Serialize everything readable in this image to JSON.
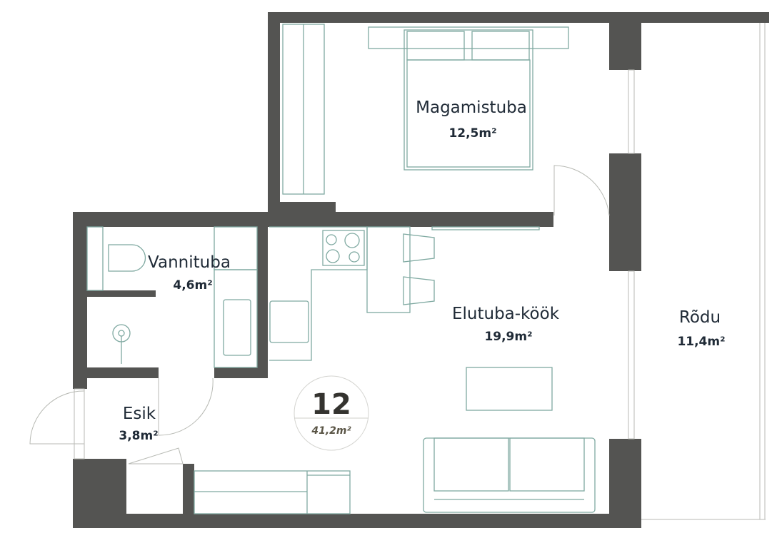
{
  "plan": {
    "unit_number": "12",
    "unit_area": "41,2m²",
    "rooms": [
      {
        "name": "Magamistuba",
        "area": "12,5m²"
      },
      {
        "name": "Vannituba",
        "area": "4,6m²"
      },
      {
        "name": "Elutuba-köök",
        "area": "19,9m²"
      },
      {
        "name": "Rõdu",
        "area": "11,4m²"
      },
      {
        "name": "Esik",
        "area": "3,8m²"
      }
    ]
  },
  "colors": {
    "wall": "#545452",
    "furniture": "#7fa9a1",
    "text": "#1f2a36"
  }
}
